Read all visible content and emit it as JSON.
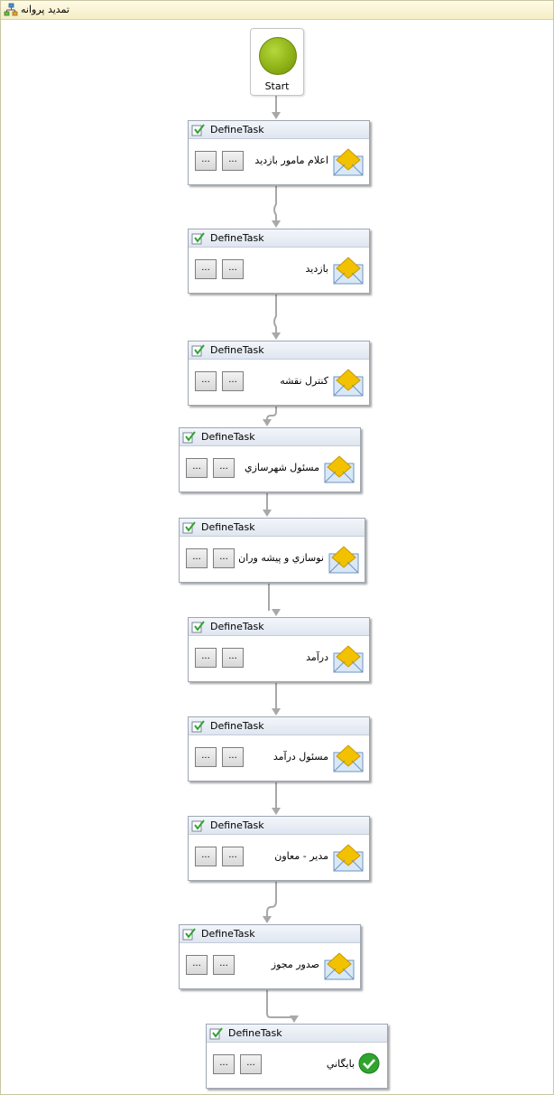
{
  "window": {
    "title": "تمديد پروانه",
    "title_icon": "workflow-icon"
  },
  "start": {
    "label": "Start",
    "color": "#8fb317"
  },
  "tasks": [
    {
      "header": "DefineTask",
      "label": "اعلام مامور بازديد",
      "button1": "...",
      "button2": "...",
      "icon": "envelope-icon"
    },
    {
      "header": "DefineTask",
      "label": "بازديد",
      "button1": "...",
      "button2": "...",
      "icon": "envelope-icon"
    },
    {
      "header": "DefineTask",
      "label": "کنترل نقشه",
      "button1": "...",
      "button2": "...",
      "icon": "envelope-icon"
    },
    {
      "header": "DefineTask",
      "label": "مسئول شهرسازي",
      "button1": "...",
      "button2": "...",
      "icon": "envelope-icon"
    },
    {
      "header": "DefineTask",
      "label": "نوسازي و پيشه وران",
      "button1": "...",
      "button2": "...",
      "icon": "envelope-icon"
    },
    {
      "header": "DefineTask",
      "label": "درآمد",
      "button1": "...",
      "button2": "...",
      "icon": "envelope-icon"
    },
    {
      "header": "DefineTask",
      "label": "مسئول درآمد",
      "button1": "...",
      "button2": "...",
      "icon": "envelope-icon"
    },
    {
      "header": "DefineTask",
      "label": "مدير - معاون",
      "button1": "...",
      "button2": "...",
      "icon": "envelope-icon"
    },
    {
      "header": "DefineTask",
      "label": "صدور مجوز",
      "button1": "...",
      "button2": "...",
      "icon": "envelope-icon"
    },
    {
      "header": "DefineTask",
      "label": "بايگاني",
      "button1": "...",
      "button2": "...",
      "icon": "check-icon"
    }
  ],
  "colors": {
    "connector": "#a8a8a8",
    "title_bar": "#f4edc4",
    "task_border": "#9fa7b3",
    "check_green": "#2fa52f",
    "envelope_yellow": "#f2c200"
  }
}
